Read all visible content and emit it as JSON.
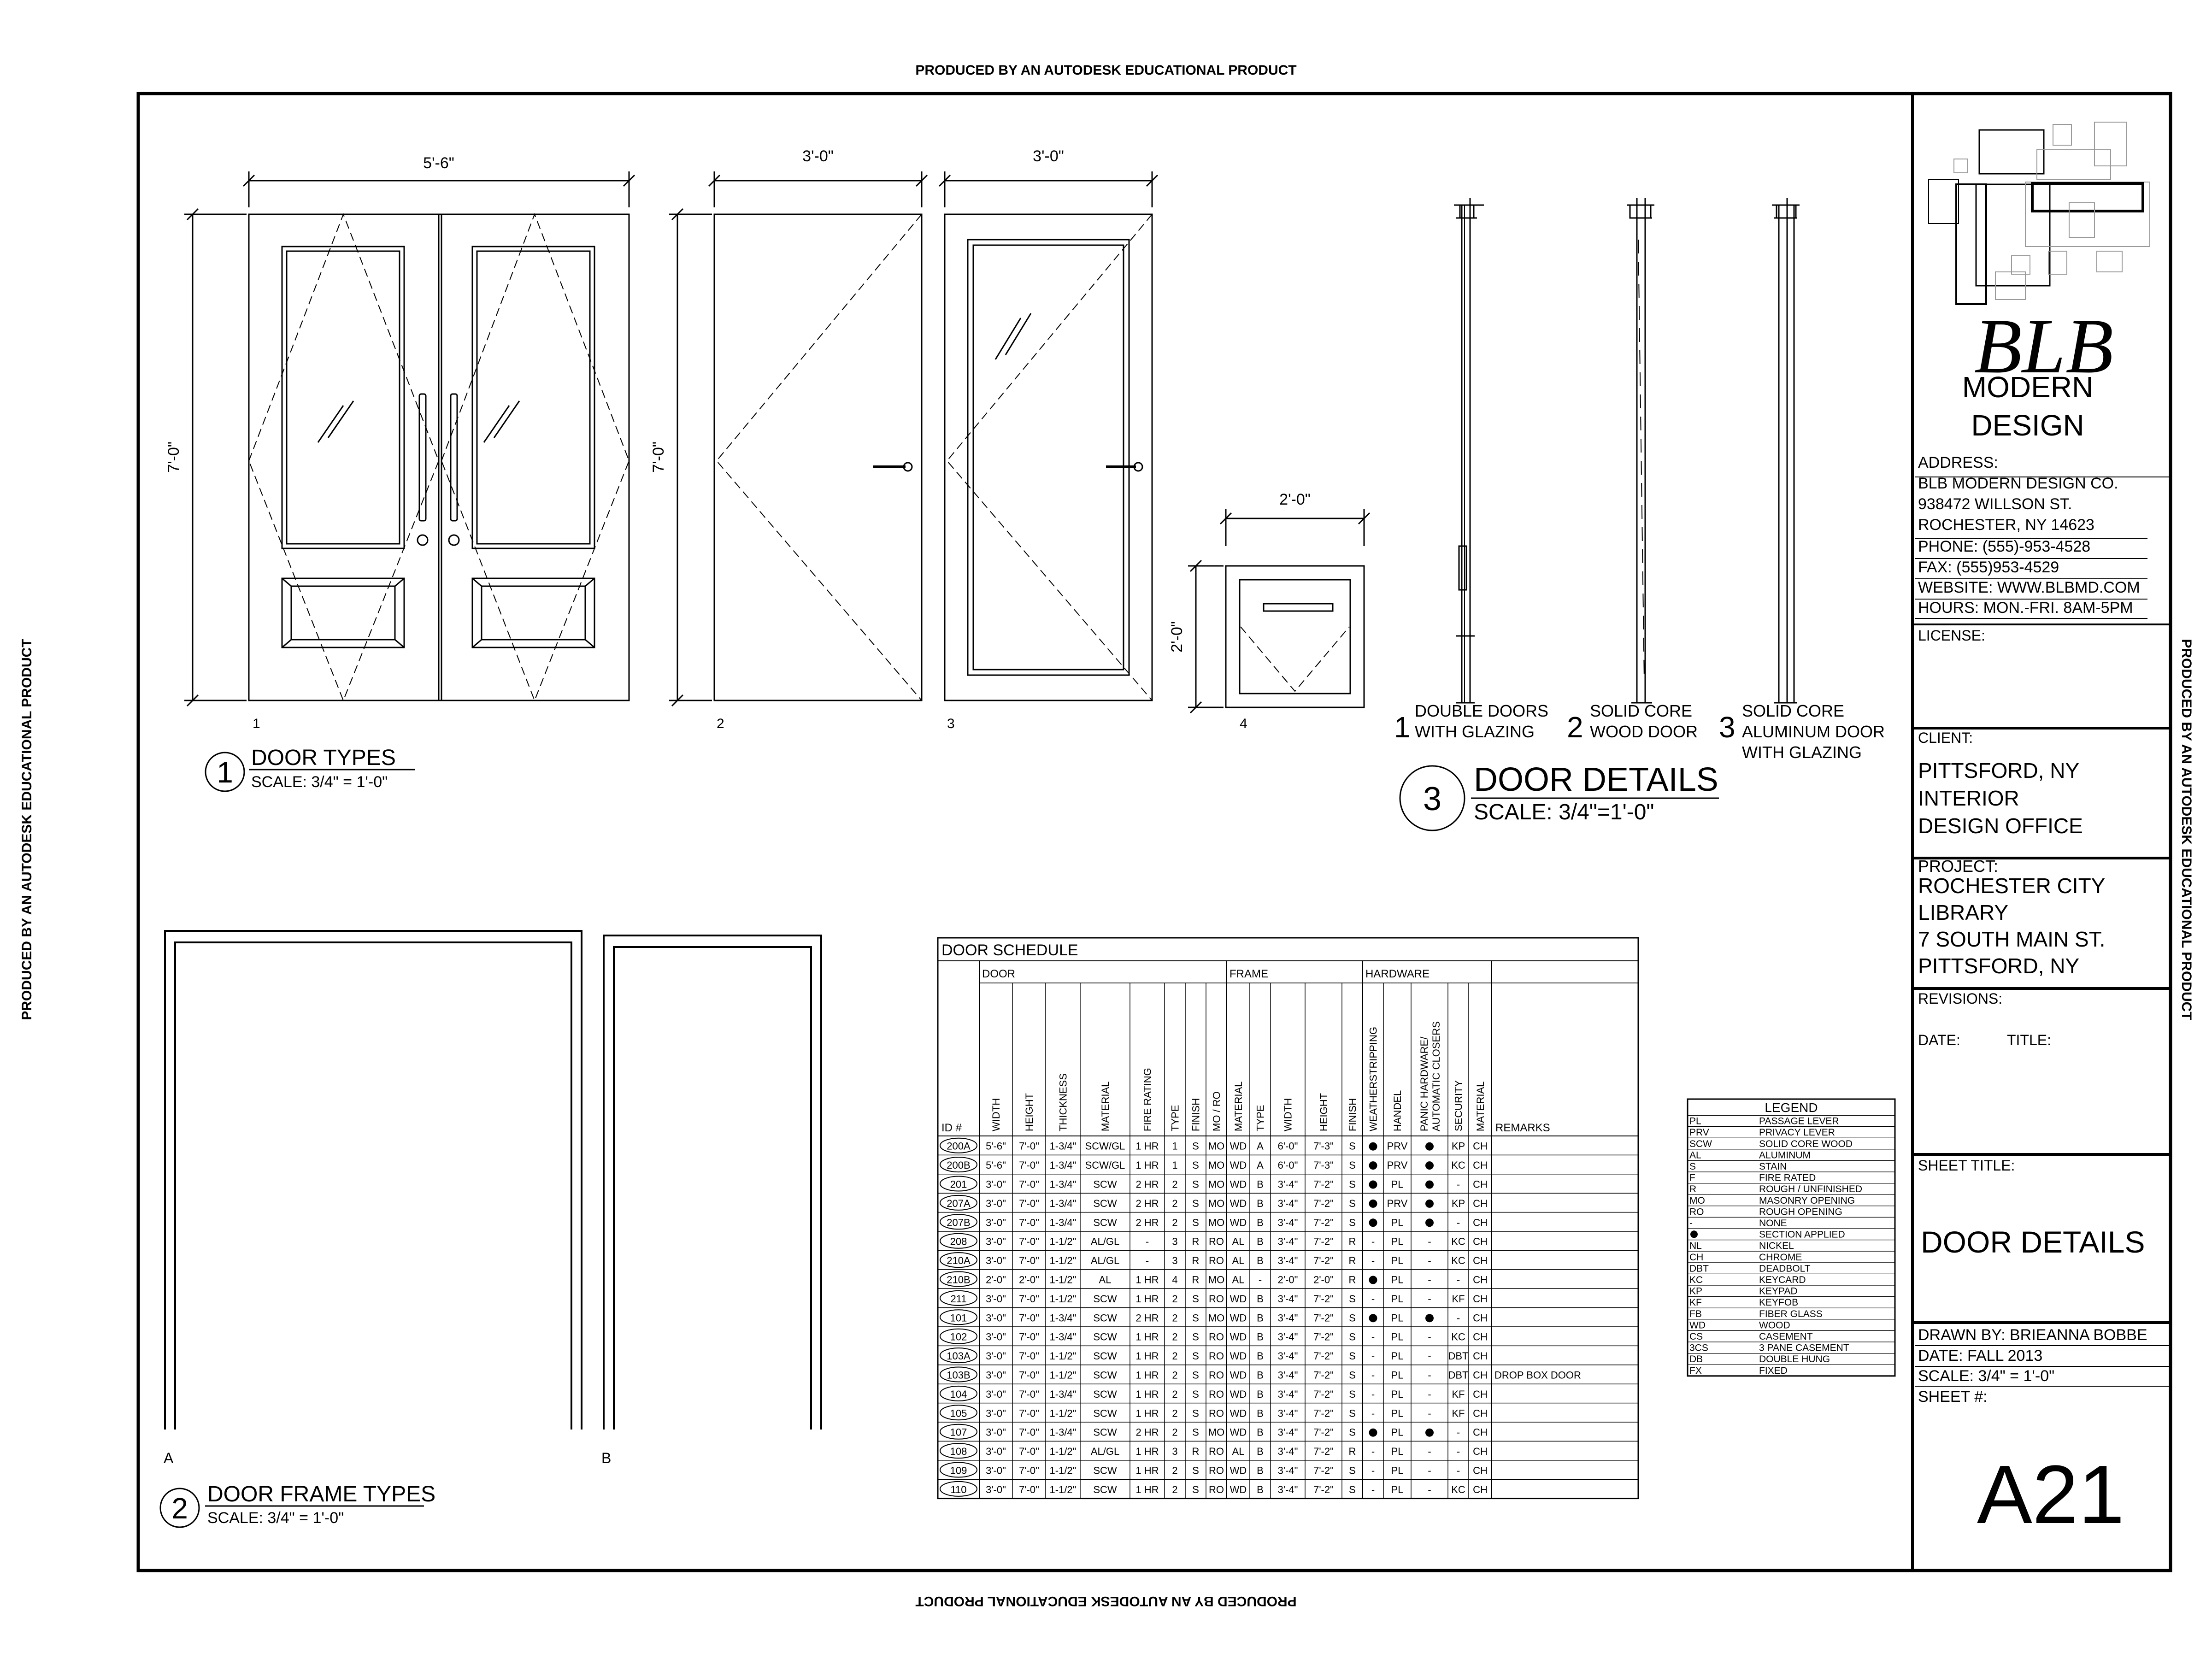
{
  "watermark": "PRODUCED BY AN AUTODESK EDUCATIONAL PRODUCT",
  "door_types": {
    "dims": {
      "d1_width": "5'-6\"",
      "d1_height": "7'-0\"",
      "d2_width": "3'-0\"",
      "d2_height": "7'-0\"",
      "d3_width": "3'-0\"",
      "d4_width": "2'-0\"",
      "d4_height": "2'-0\""
    },
    "tags": [
      "1",
      "2",
      "3",
      "4"
    ],
    "title_num": "1",
    "title": "DOOR TYPES",
    "scale": "SCALE: 3/4\"   = 1'-0\""
  },
  "door_details": {
    "captions": [
      {
        "num": "1",
        "line1": "DOUBLE DOORS",
        "line2": "WITH GLAZING",
        "line3": ""
      },
      {
        "num": "2",
        "line1": "SOLID CORE",
        "line2": "WOOD DOOR",
        "line3": ""
      },
      {
        "num": "3",
        "line1": "SOLID CORE",
        "line2": "ALUMINUM DOOR",
        "line3": "WITH GLAZING"
      }
    ],
    "title_num": "3",
    "title": "DOOR DETAILS",
    "scale": "SCALE: 3/4\"=1'-0\""
  },
  "frame_types": {
    "tags": [
      "A",
      "B"
    ],
    "title_num": "2",
    "title": "DOOR FRAME TYPES",
    "scale": "SCALE: 3/4\"   = 1'-0\""
  },
  "schedule": {
    "title": "DOOR SCHEDULE",
    "groups": [
      "DOOR",
      "FRAME",
      "HARDWARE"
    ],
    "columns": [
      "ID #",
      "WIDTH",
      "HEIGHT",
      "THICKNESS",
      "MATERIAL",
      "FIRE RATING",
      "TYPE",
      "FINISH",
      "MO / RO",
      "MATERIAL",
      "TYPE",
      "WIDTH",
      "HEIGHT",
      "FINISH",
      "WEATHERSTRIPPING",
      "HANDEL",
      "PANIC HARDWARE/ AUTOMATIC CLOSERS",
      "SECURITY",
      "MATERIAL",
      "REMARKS"
    ],
    "rows": [
      [
        "200A",
        "5'-6\"",
        "7'-0\"",
        "1-3/4\"",
        "SCW/GL",
        "1 HR",
        "1",
        "S",
        "MO",
        "WD",
        "A",
        "6'-0\"",
        "7'-3\"",
        "S",
        "●",
        "PRV",
        "●",
        "KP",
        "CH",
        ""
      ],
      [
        "200B",
        "5'-6\"",
        "7'-0\"",
        "1-3/4\"",
        "SCW/GL",
        "1 HR",
        "1",
        "S",
        "MO",
        "WD",
        "A",
        "6'-0\"",
        "7'-3\"",
        "S",
        "●",
        "PRV",
        "●",
        "KC",
        "CH",
        ""
      ],
      [
        "201",
        "3'-0\"",
        "7'-0\"",
        "1-3/4\"",
        "SCW",
        "2 HR",
        "2",
        "S",
        "MO",
        "WD",
        "B",
        "3'-4\"",
        "7'-2\"",
        "S",
        "●",
        "PL",
        "●",
        "-",
        "CH",
        ""
      ],
      [
        "207A",
        "3'-0\"",
        "7'-0\"",
        "1-3/4\"",
        "SCW",
        "2 HR",
        "2",
        "S",
        "MO",
        "WD",
        "B",
        "3'-4\"",
        "7'-2\"",
        "S",
        "●",
        "PRV",
        "●",
        "KP",
        "CH",
        ""
      ],
      [
        "207B",
        "3'-0\"",
        "7'-0\"",
        "1-3/4\"",
        "SCW",
        "2 HR",
        "2",
        "S",
        "MO",
        "WD",
        "B",
        "3'-4\"",
        "7'-2\"",
        "S",
        "●",
        "PL",
        "●",
        "-",
        "CH",
        ""
      ],
      [
        "208",
        "3'-0\"",
        "7'-0\"",
        "1-1/2\"",
        "AL/GL",
        "-",
        "3",
        "R",
        "RO",
        "AL",
        "B",
        "3'-4\"",
        "7'-2\"",
        "R",
        "-",
        "PL",
        "-",
        "KC",
        "CH",
        ""
      ],
      [
        "210A",
        "3'-0\"",
        "7'-0\"",
        "1-1/2\"",
        "AL/GL",
        "-",
        "3",
        "R",
        "RO",
        "AL",
        "B",
        "3'-4\"",
        "7'-2\"",
        "R",
        "-",
        "PL",
        "-",
        "KC",
        "CH",
        ""
      ],
      [
        "210B",
        "2'-0\"",
        "2'-0\"",
        "1-1/2\"",
        "AL",
        "1 HR",
        "4",
        "R",
        "MO",
        "AL",
        "-",
        "2'-0\"",
        "2'-0\"",
        "R",
        "●",
        "PL",
        "-",
        "-",
        "CH",
        ""
      ],
      [
        "211",
        "3'-0\"",
        "7'-0\"",
        "1-1/2\"",
        "SCW",
        "1 HR",
        "2",
        "S",
        "RO",
        "WD",
        "B",
        "3'-4\"",
        "7'-2\"",
        "S",
        "-",
        "PL",
        "-",
        "KF",
        "CH",
        ""
      ],
      [
        "101",
        "3'-0\"",
        "7'-0\"",
        "1-3/4\"",
        "SCW",
        "2 HR",
        "2",
        "S",
        "MO",
        "WD",
        "B",
        "3'-4\"",
        "7'-2\"",
        "S",
        "●",
        "PL",
        "●",
        "-",
        "CH",
        ""
      ],
      [
        "102",
        "3'-0\"",
        "7'-0\"",
        "1-3/4\"",
        "SCW",
        "1 HR",
        "2",
        "S",
        "RO",
        "WD",
        "B",
        "3'-4\"",
        "7'-2\"",
        "S",
        "-",
        "PL",
        "-",
        "KC",
        "CH",
        ""
      ],
      [
        "103A",
        "3'-0\"",
        "7'-0\"",
        "1-1/2\"",
        "SCW",
        "1 HR",
        "2",
        "S",
        "RO",
        "WD",
        "B",
        "3'-4\"",
        "7'-2\"",
        "S",
        "-",
        "PL",
        "-",
        "DBT",
        "CH",
        ""
      ],
      [
        "103B",
        "3'-0\"",
        "7'-0\"",
        "1-1/2\"",
        "SCW",
        "1 HR",
        "2",
        "S",
        "RO",
        "WD",
        "B",
        "3'-4\"",
        "7'-2\"",
        "S",
        "-",
        "PL",
        "-",
        "DBT",
        "CH",
        "DROP BOX DOOR"
      ],
      [
        "104",
        "3'-0\"",
        "7'-0\"",
        "1-3/4\"",
        "SCW",
        "1 HR",
        "2",
        "S",
        "RO",
        "WD",
        "B",
        "3'-4\"",
        "7'-2\"",
        "S",
        "-",
        "PL",
        "-",
        "KF",
        "CH",
        ""
      ],
      [
        "105",
        "3'-0\"",
        "7'-0\"",
        "1-1/2\"",
        "SCW",
        "1 HR",
        "2",
        "S",
        "RO",
        "WD",
        "B",
        "3'-4\"",
        "7'-2\"",
        "S",
        "-",
        "PL",
        "-",
        "KF",
        "CH",
        ""
      ],
      [
        "107",
        "3'-0\"",
        "7'-0\"",
        "1-3/4\"",
        "SCW",
        "2 HR",
        "2",
        "S",
        "MO",
        "WD",
        "B",
        "3'-4\"",
        "7'-2\"",
        "S",
        "●",
        "PL",
        "●",
        "-",
        "CH",
        ""
      ],
      [
        "108",
        "3'-0\"",
        "7'-0\"",
        "1-1/2\"",
        "AL/GL",
        "1 HR",
        "3",
        "R",
        "RO",
        "AL",
        "B",
        "3'-4\"",
        "7'-2\"",
        "R",
        "-",
        "PL",
        "-",
        "-",
        "CH",
        ""
      ],
      [
        "109",
        "3'-0\"",
        "7'-0\"",
        "1-1/2\"",
        "SCW",
        "1 HR",
        "2",
        "S",
        "RO",
        "WD",
        "B",
        "3'-4\"",
        "7'-2\"",
        "S",
        "-",
        "PL",
        "-",
        "-",
        "CH",
        ""
      ],
      [
        "110",
        "3'-0\"",
        "7'-0\"",
        "1-1/2\"",
        "SCW",
        "1 HR",
        "2",
        "S",
        "RO",
        "WD",
        "B",
        "3'-4\"",
        "7'-2\"",
        "S",
        "-",
        "PL",
        "-",
        "KC",
        "CH",
        ""
      ]
    ]
  },
  "legend": {
    "title": "LEGEND",
    "items": [
      [
        "PL",
        "PASSAGE LEVER"
      ],
      [
        "PRV",
        "PRIVACY LEVER"
      ],
      [
        "SCW",
        "SOLID CORE WOOD"
      ],
      [
        "AL",
        "ALUMINUM"
      ],
      [
        "S",
        "STAIN"
      ],
      [
        "F",
        "FIRE RATED"
      ],
      [
        "R",
        "ROUGH / UNFINISHED"
      ],
      [
        "MO",
        "MASONRY OPENING"
      ],
      [
        "RO",
        "ROUGH OPENING"
      ],
      [
        "-",
        "NONE"
      ],
      [
        "●",
        "SECTION APPLIED"
      ],
      [
        "NL",
        "NICKEL"
      ],
      [
        "CH",
        "CHROME"
      ],
      [
        "DBT",
        "DEADBOLT"
      ],
      [
        "KC",
        "KEYCARD"
      ],
      [
        "KP",
        "KEYPAD"
      ],
      [
        "KF",
        "KEYFOB"
      ],
      [
        "FB",
        "FIBER GLASS"
      ],
      [
        "WD",
        "WOOD"
      ],
      [
        "CS",
        "CASEMENT"
      ],
      [
        "3CS",
        "3 PANE CASEMENT"
      ],
      [
        "DB",
        "DOUBLE HUNG"
      ],
      [
        "FX",
        "FIXED"
      ]
    ]
  },
  "title_block": {
    "logo_text": "BLB",
    "logo_line1": "MODERN",
    "logo_line2": "DESIGN",
    "address_lines": [
      "ADDRESS:",
      "BLB MODERN DESIGN CO.",
      "938472 WILLSON ST.",
      "ROCHESTER, NY 14623",
      "PHONE: (555)-953-4528",
      "FAX: (555)953-4529",
      "WEBSITE: WWW.BLBMD.COM",
      "HOURS: MON.-FRI. 8AM-5PM"
    ],
    "license_label": "LICENSE:",
    "client_label": "CLIENT:",
    "client_lines": [
      "PITTSFORD, NY",
      "INTERIOR",
      "DESIGN OFFICE"
    ],
    "project_label": "PROJECT:",
    "project_lines": [
      "ROCHESTER CITY",
      "LIBRARY",
      "7 SOUTH MAIN ST.",
      "PITTSFORD, NY"
    ],
    "revisions_label": "REVISIONS:",
    "date_label": "DATE:",
    "title_label": "TITLE:",
    "sheet_title_label": "SHEET TITLE:",
    "sheet_title": "DOOR DETAILS",
    "drawn_by": "DRAWN BY: BRIEANNA BOBBE",
    "date": "DATE: FALL 2013",
    "scale": "SCALE: 3/4\" = 1'-0\"",
    "sheet_num_label": "SHEET #:",
    "sheet_num": "A21"
  }
}
